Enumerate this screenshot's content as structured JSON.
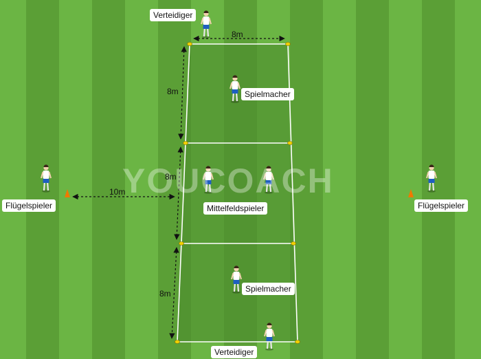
{
  "watermark": "YOUCOACH",
  "colors": {
    "grass_light": "#6bb544",
    "grass_dark": "#5b9f36",
    "zone_fill": "#4e8f30",
    "lines": "#ffffff",
    "cone_yellow": "#f0d000",
    "cone_orange": "#f07800",
    "shirt": "#ffffff",
    "shorts": "#1f5fc0"
  },
  "labels": {
    "defender_top": "Verteidiger",
    "defender_bottom": "Verteidiger",
    "playmaker_top": "Spielmacher",
    "playmaker_bottom": "Spielmacher",
    "midfielders": "Mittelfeldspieler",
    "winger_left": "Flügelspieler",
    "winger_right": "Flügelspieler"
  },
  "distances": {
    "top_width": "8m",
    "zone_top_height": "8m",
    "zone_middle_height": "8m",
    "zone_bottom_height": "8m",
    "winger_gap": "10m"
  }
}
